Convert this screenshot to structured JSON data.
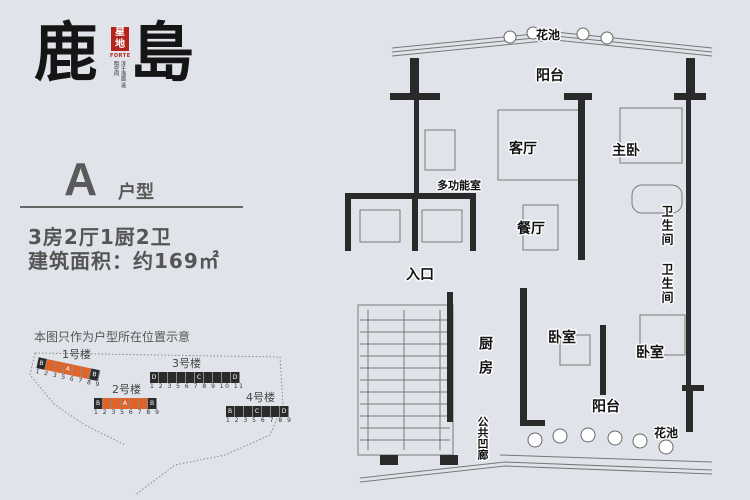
{
  "brand": {
    "name": "鹿島",
    "seal_text": "星地",
    "seal_sub": "FORTE",
    "slogan": "淳于海面 遠明空间"
  },
  "unit": {
    "letter": "A",
    "suffix": "户型",
    "layout": "3房2厅1厨2卫",
    "area": "建筑面积：约169㎡"
  },
  "location_map": {
    "title": "本图只作为户型所在位置示意",
    "buildings": [
      {
        "label": "1号楼",
        "units": "1 2 3 5 6 7 8 9",
        "ends": [
          "B",
          "A",
          "B"
        ]
      },
      {
        "label": "2号楼",
        "units": "1 2 3 5 6 7 8 9",
        "ends": [
          "B",
          "A",
          "B"
        ]
      },
      {
        "label": "3号楼",
        "units": "1 2 3 5 6 7 8 9 10 11",
        "ends": [
          "D",
          "C",
          "D"
        ]
      },
      {
        "label": "4号楼",
        "units": "1 2 3 5 6 7 8 9",
        "ends": [
          "B",
          "C",
          "D"
        ]
      }
    ]
  },
  "floorplan": {
    "rooms": {
      "garden_top": "花池",
      "balcony_top": "阳台",
      "living": "客厅",
      "master": "主卧",
      "multi": "多功能室",
      "dining": "餐厅",
      "bath1": "卫生间",
      "bath2": "卫生间",
      "entrance": "入口",
      "kitchen": "厨房",
      "bedroom1": "卧室",
      "bedroom2": "卧室",
      "balcony_bottom": "阳台",
      "garden_bottom": "花池",
      "corridor": "公共凹廊"
    }
  },
  "colors": {
    "background": "#e0e4ea",
    "wall": "#2a2a2a",
    "highlight": "#e0642a",
    "seal": "#b3261e"
  }
}
